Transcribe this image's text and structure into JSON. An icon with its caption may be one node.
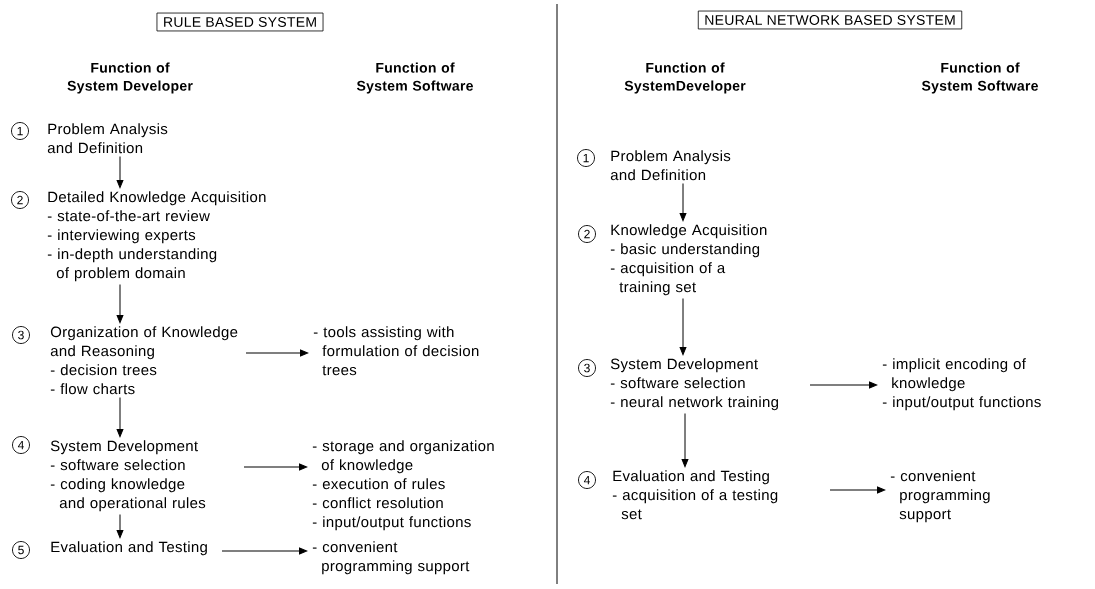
{
  "diagram": {
    "nodes": [
      {
        "text": [
          "RULE BASED SYSTEM"
        ]
      },
      {
        "text": [
          "Problem Analysis and Definition"
        ],
        "beside": [
          "1"
        ]
      },
      {
        "text": [
          "Detailed Knowledge Acquisition",
          "- state-of-the-art review",
          "- interviewing experts",
          "- in-depth understanding of problem domain"
        ],
        "beside": [
          "2"
        ]
      },
      {
        "text": [
          "Organization of Knowledge and Reasoning",
          "- decision trees",
          "- flow charts"
        ],
        "beside": [
          "3"
        ]
      },
      {
        "text": [
          "- tools assisting with formulation of decision trees"
        ]
      },
      {
        "text": [
          "System Development",
          "- software selection",
          "- coding knowledge and operational rules"
        ],
        "beside": [
          "4"
        ]
      },
      {
        "text": [
          "- storage and organization of knowledge",
          "- execution of rules",
          "- conflict resolution",
          "- input/output functions"
        ]
      },
      {
        "text": [
          "Evaluation and Testing"
        ],
        "beside": [
          "5"
        ]
      },
      {
        "text": [
          "- convenient programming support"
        ]
      },
      {
        "text": [
          "NEURAL NETWORK BASED SYSTEM"
        ]
      },
      {
        "text": [
          "Problem Analysis and Definition"
        ],
        "beside": [
          "1"
        ]
      },
      {
        "text": [
          "Knowledge Acquisition",
          "- basic understanding",
          "- acquisition of a training set"
        ],
        "beside": [
          "2"
        ]
      },
      {
        "text": [
          "System Development",
          "- software selection",
          "- neural network training"
        ],
        "beside": [
          "3"
        ]
      },
      {
        "text": [
          "- implicit encoding of knowledge",
          "- input/output functions"
        ]
      },
      {
        "text": [
          "Evaluation and Testing",
          "- acquisition of a testing set"
        ],
        "beside": [
          "4"
        ]
      },
      {
        "text": [
          "- convenient programming support"
        ]
      }
    ],
    "edges": [
      {
        "from": 1,
        "to": 2,
        "arrow": "to"
      },
      {
        "from": 2,
        "to": 3,
        "arrow": "to"
      },
      {
        "from": 3,
        "to": 4,
        "arrow": "to"
      },
      {
        "from": 3,
        "to": 5,
        "arrow": "to"
      },
      {
        "from": 5,
        "to": 6,
        "arrow": "to"
      },
      {
        "from": 5,
        "to": 7,
        "arrow": "to"
      },
      {
        "from": 7,
        "to": 8,
        "arrow": "to"
      },
      {
        "from": 10,
        "to": 11,
        "arrow": "to"
      },
      {
        "from": 11,
        "to": 12,
        "arrow": "to"
      },
      {
        "from": 12,
        "to": 13,
        "arrow": "to"
      },
      {
        "from": 12,
        "to": 14,
        "arrow": "to"
      },
      {
        "from": 14,
        "to": 15,
        "arrow": "to"
      }
    ],
    "labels": [
      "Function of System Developer",
      "Function of System Software",
      "Function of SystemDeveloper",
      "Function of System Software"
    ]
  }
}
